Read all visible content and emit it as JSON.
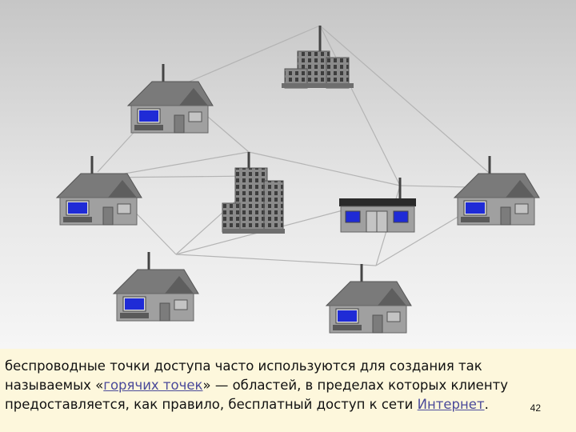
{
  "caption": {
    "line1": "беспроводные точки доступа часто используются для создания так",
    "line2_pre": "называемых «",
    "line2_link": "горячих точек",
    "line2_post": "» — областей, в пределах которых клиенту",
    "line3_pre": "предоставляется, как правило, бесплатный доступ к сети ",
    "line3_link": "Интернет",
    "line3_post": "."
  },
  "page_number": "42",
  "colors": {
    "background_top": "#c9c9c9",
    "background_bottom": "#f4f4f4",
    "caption_bg": "#fdf7dc",
    "link": "#4a4a9a",
    "roof": "#6f6f6f",
    "wall": "#9a9a9a",
    "screen": "#1f2bd6"
  },
  "nodes": [
    {
      "id": "building-top",
      "icon": "office-building-icon"
    },
    {
      "id": "house-upper-left",
      "icon": "house-with-computer-icon"
    },
    {
      "id": "house-left",
      "icon": "house-with-computer-icon"
    },
    {
      "id": "building-center",
      "icon": "office-building-icon"
    },
    {
      "id": "shop-center-right",
      "icon": "shop-icon"
    },
    {
      "id": "house-right",
      "icon": "house-with-computer-icon"
    },
    {
      "id": "house-bottom-left",
      "icon": "house-with-computer-icon"
    },
    {
      "id": "house-bottom-right",
      "icon": "house-with-computer-icon"
    }
  ]
}
